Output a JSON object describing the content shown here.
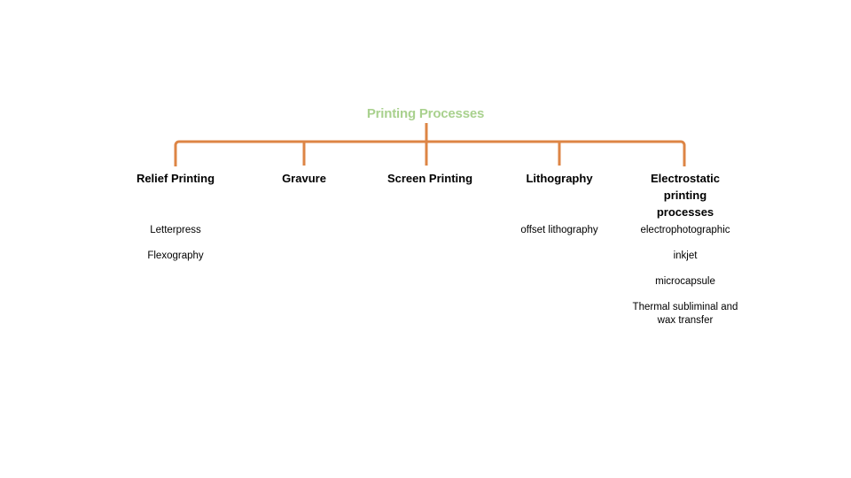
{
  "colors": {
    "connector": "#DD8545",
    "title": "#A9D18E",
    "text": "#000000"
  },
  "diagram": {
    "title": "Printing Processes",
    "branches": [
      {
        "label": "Relief Printing",
        "children": [
          "Letterpress",
          "Flexography"
        ]
      },
      {
        "label": "Gravure",
        "children": []
      },
      {
        "label": "Screen Printing",
        "children": []
      },
      {
        "label": "Lithography",
        "children": [
          "offset lithography"
        ]
      },
      {
        "label": "Electrostatic printing processes",
        "children": [
          "electrophotographic",
          "inkjet",
          "microcapsule",
          "Thermal subliminal and wax transfer"
        ]
      }
    ]
  }
}
